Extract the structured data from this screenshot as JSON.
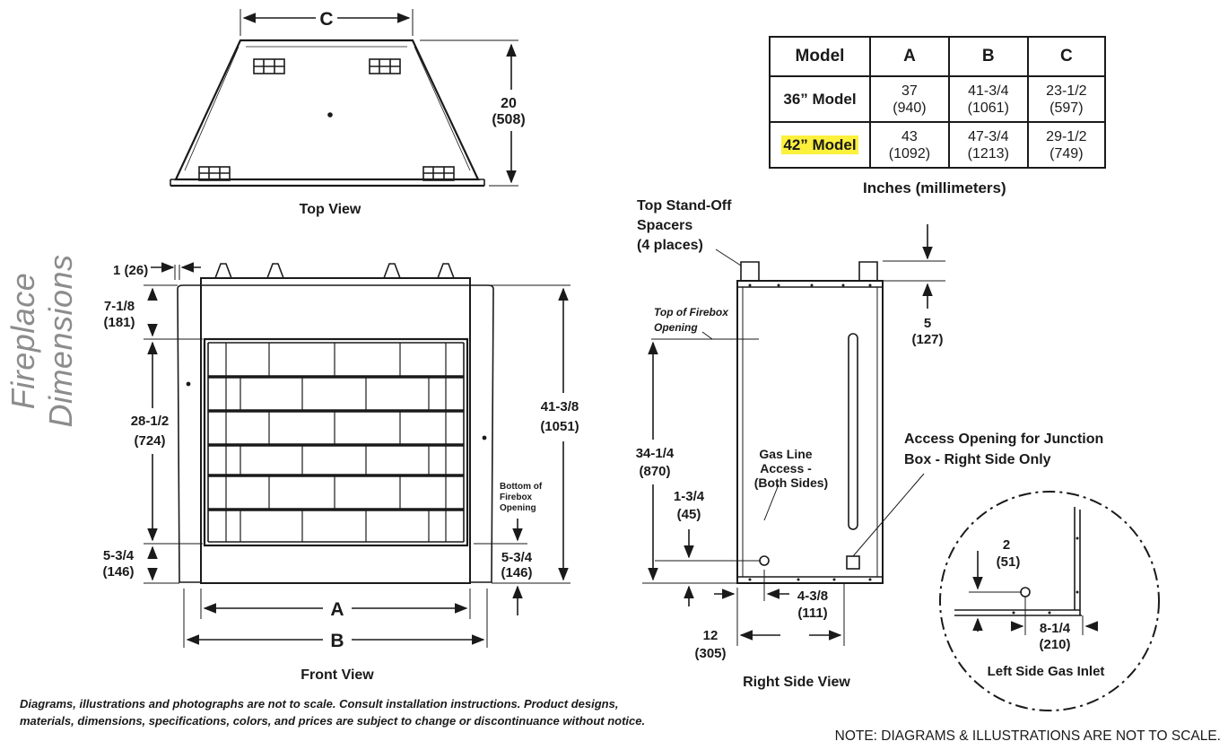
{
  "side_title": "Fireplace Dimensions",
  "table": {
    "headers": [
      "Model",
      "A",
      "B",
      "C"
    ],
    "rows": [
      {
        "model": "36” Model",
        "a": "37",
        "a_mm": "(940)",
        "b": "41-3/4",
        "b_mm": "(1061)",
        "c": "23-1/2",
        "c_mm": "(597)",
        "highlight": false
      },
      {
        "model": "42” Model",
        "a": "43",
        "a_mm": "(1092)",
        "b": "47-3/4",
        "b_mm": "(1213)",
        "c": "29-1/2",
        "c_mm": "(749)",
        "highlight": true
      }
    ],
    "caption": "Inches (millimeters)",
    "highlight_color": "#fbf03c"
  },
  "top_view": {
    "title": "Top View",
    "c_label": "C",
    "depth": "20",
    "depth_mm": "(508)"
  },
  "front_view": {
    "title": "Front View",
    "a_label": "A",
    "b_label": "B",
    "d1": "1 (26)",
    "d2": "7-1/8",
    "d2_mm": "(181)",
    "d3": "28-1/2",
    "d3_mm": "(724)",
    "d4": "5-3/4",
    "d4_mm": "(146)",
    "d5": "41-3/8",
    "d5_mm": "(1051)",
    "d6": "5-3/4",
    "d6_mm": "(146)",
    "bottom_note_1": "Bottom of",
    "bottom_note_2": "Firebox",
    "bottom_note_3": "Opening"
  },
  "side_view": {
    "title": "Right Side View",
    "standoff_1": "Top Stand-Off",
    "standoff_2": "Spacers",
    "standoff_3": "(4 places)",
    "firebox_top_1": "Top of Firebox",
    "firebox_top_2": "Opening",
    "d_5": "5",
    "d_5_mm": "(127)",
    "d_34": "34-1/4",
    "d_34_mm": "(870)",
    "d_134": "1-3/4",
    "d_134_mm": "(45)",
    "gas_1": "Gas Line",
    "gas_2": "Access -",
    "gas_3": "(Both Sides)",
    "access_1": "Access Opening for Junction",
    "access_2": "Box - Right Side Only",
    "d_438": "4-3/8",
    "d_438_mm": "(111)",
    "d_12": "12",
    "d_12_mm": "(305)"
  },
  "inlet_view": {
    "title": "Left Side Gas Inlet",
    "d_2": "2",
    "d_2_mm": "(51)",
    "d_814": "8-1/4",
    "d_814_mm": "(210)"
  },
  "disclaimer": "Diagrams, illustrations and photographs are not to scale. Consult installation instructions. Product designs, materials, dimensions, specifications, colors, and prices are subject to change or discontinuance without notice.",
  "note": "NOTE: DIAGRAMS & ILLUSTRATIONS ARE NOT TO SCALE."
}
